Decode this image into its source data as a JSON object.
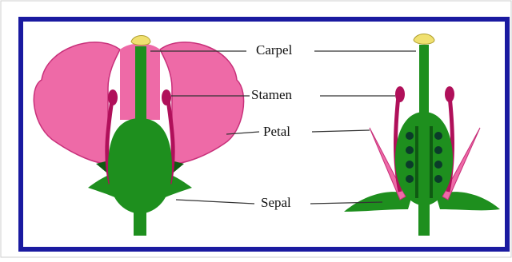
{
  "labels": {
    "carpel": "Carpel",
    "stamen": "Stamen",
    "petal": "Petal",
    "sepal": "Sepal"
  },
  "colors": {
    "border": "#1a1aa0",
    "petal": "#ee6aa7",
    "petal_edge": "#c8307a",
    "green": "#1e8f1e",
    "dark_green": "#0f5a12",
    "stamen": "#b0105a",
    "stigma": "#f0e070",
    "ovule": "#0b3b2a",
    "leader_line": "#333333"
  }
}
